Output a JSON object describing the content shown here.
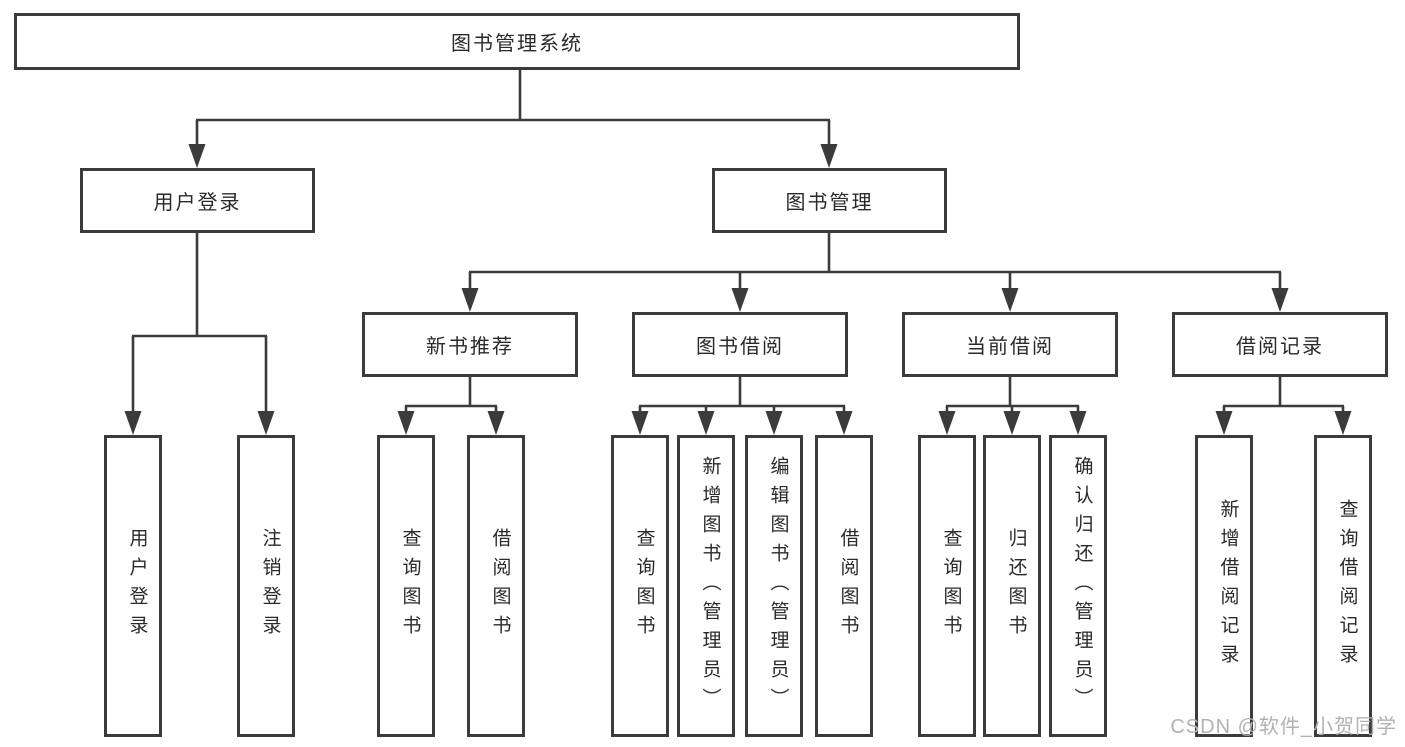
{
  "diagram_type": "hierarchy-diagram",
  "colors": {
    "line": "#3b3b3b",
    "box_border": "#3b3b3b",
    "box_fill": "#ffffff",
    "text": "#2a2a2a",
    "watermark": "#b2b2b2",
    "background": "#ffffff"
  },
  "tree": {
    "label": "图书管理系统",
    "children": [
      {
        "label": "用户登录",
        "children": [
          {
            "label": "用户登录"
          },
          {
            "label": "注销登录"
          }
        ]
      },
      {
        "label": "图书管理",
        "children": [
          {
            "label": "新书推荐",
            "children": [
              {
                "label": "查询图书"
              },
              {
                "label": "借阅图书"
              }
            ]
          },
          {
            "label": "图书借阅",
            "children": [
              {
                "label": "查询图书"
              },
              {
                "label": "新增图书（管理员）"
              },
              {
                "label": "编辑图书（管理员）"
              },
              {
                "label": "借阅图书"
              }
            ]
          },
          {
            "label": "当前借阅",
            "children": [
              {
                "label": "查询图书"
              },
              {
                "label": "归还图书"
              },
              {
                "label": "确认归还（管理员）"
              }
            ]
          },
          {
            "label": "借阅记录",
            "children": [
              {
                "label": "新增借阅记录"
              },
              {
                "label": "查询借阅记录"
              }
            ]
          }
        ]
      }
    ]
  },
  "watermark": {
    "text": "CSDN @软件_小贺同学"
  }
}
